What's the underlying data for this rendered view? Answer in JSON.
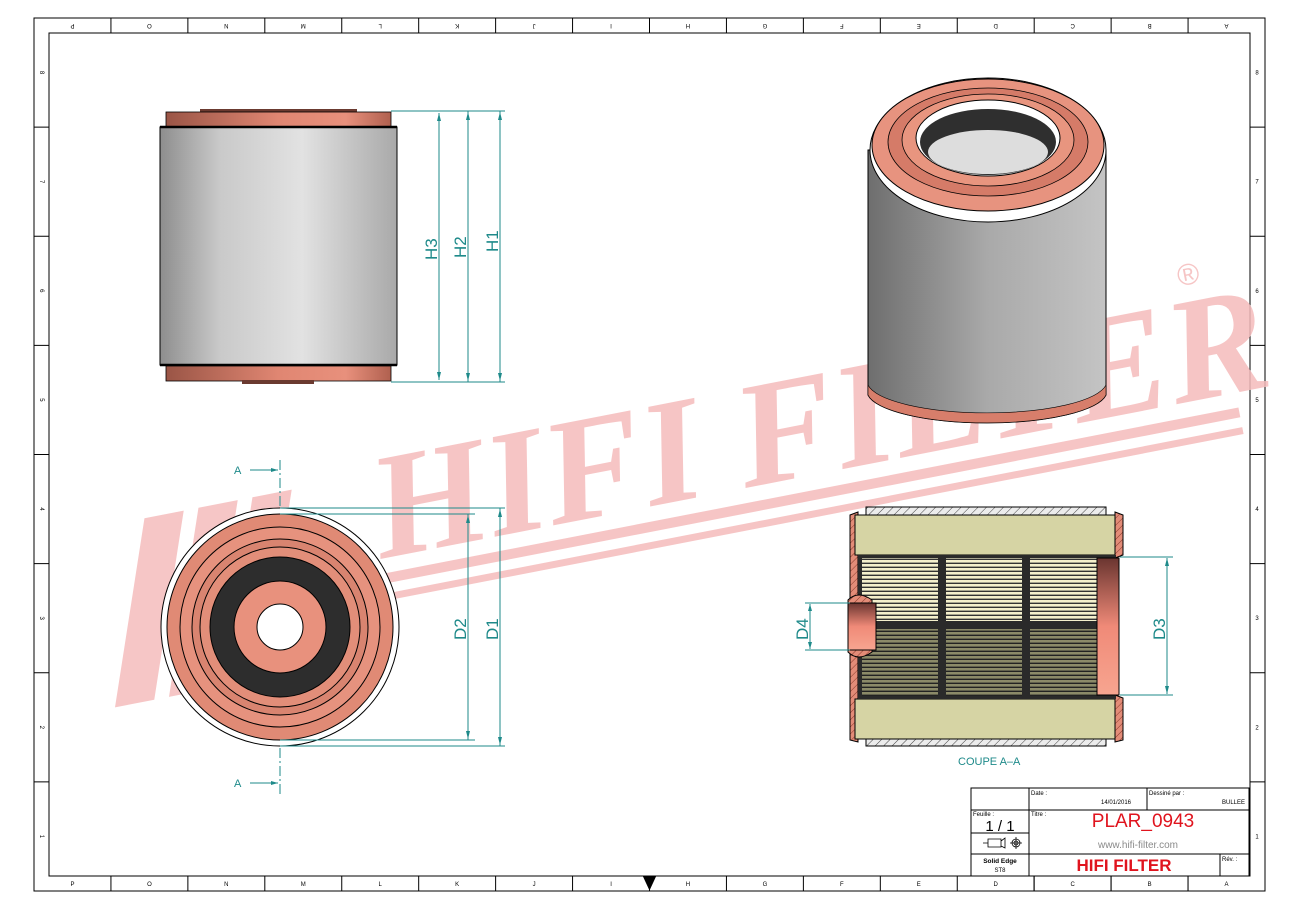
{
  "border": {
    "columns": [
      "P",
      "O",
      "N",
      "M",
      "L",
      "K",
      "J",
      "I",
      "H",
      "G",
      "F",
      "E",
      "D",
      "C",
      "B",
      "A"
    ],
    "rows": [
      "8",
      "7",
      "6",
      "5",
      "4",
      "3",
      "2",
      "1"
    ]
  },
  "watermark": {
    "text": "HIFI FILTER",
    "registered": "®"
  },
  "dimensions": {
    "h1": "H1",
    "h2": "H2",
    "h3": "H3",
    "d1": "D1",
    "d2": "D2",
    "d3": "D3",
    "d4": "D4"
  },
  "section": {
    "marker": "A",
    "caption": "COUPE A–A"
  },
  "title_block": {
    "date_label": "Date :",
    "date_value": "14/01/2016",
    "drawn_by_label": "Dessiné par :",
    "drawn_by_value": "BULLEE",
    "sheet_label": "Feuille :",
    "sheet_value": "1 / 1",
    "title_label": "Titre :",
    "title_value": "PLAR_0943",
    "website": "www.hifi-filter.com",
    "software": "Solid Edge",
    "software_version": "ST8",
    "company": "HIFI FILTER",
    "revision_label": "Rév. :",
    "colors": {
      "title": "#e0141e",
      "website": "#8a8a8a"
    }
  }
}
